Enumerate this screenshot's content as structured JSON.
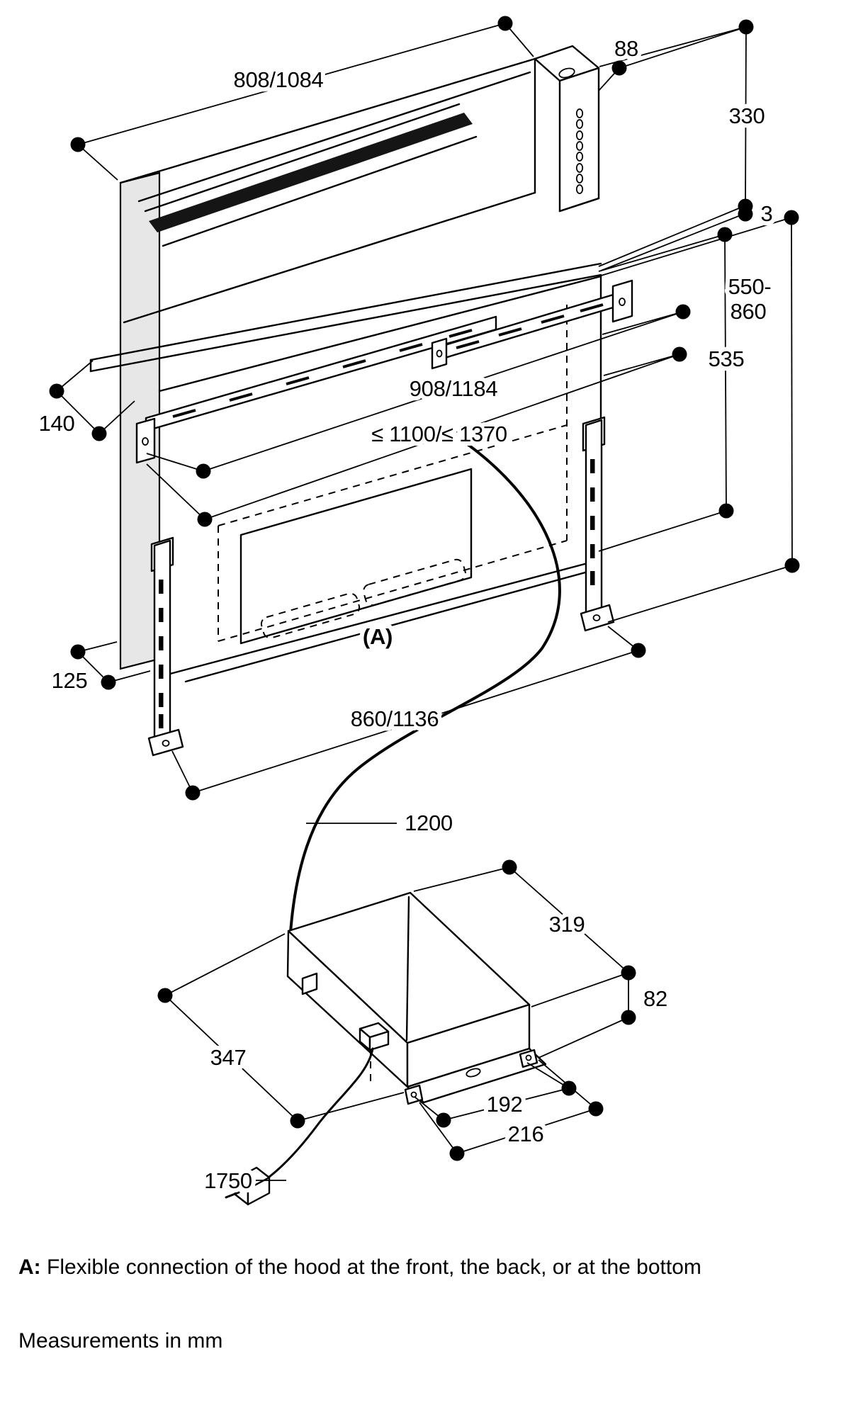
{
  "diagram": {
    "dims": {
      "hood_top_width": "808/1084",
      "duct_collar_depth": "88",
      "hood_height": "330",
      "countertop_lip": "3",
      "install_height_lines": [
        "550-",
        "860"
      ],
      "frame_height": "535",
      "front_clearance": "140",
      "rail_span": "908/1184",
      "max_cutout": "≤ 1100/≤ 1370",
      "side_clearance": "125",
      "frame_width": "860/1136",
      "hood_cable_length": "1200",
      "box_depth": "319",
      "box_height": "82",
      "box_length": "347",
      "foot_spacing": "192",
      "base_length": "216",
      "power_cord_length": "1750"
    },
    "annotation_a": "(A)",
    "notes": {
      "a_label": "A:",
      "a_text": " Flexible connection of the hood at the front, the back, or at the bottom",
      "units": "Measurements in mm"
    },
    "colors": {
      "line": "#000000",
      "panel_gray": "#e7e7e7",
      "screen_dark": "#151515",
      "background": "#ffffff"
    }
  }
}
